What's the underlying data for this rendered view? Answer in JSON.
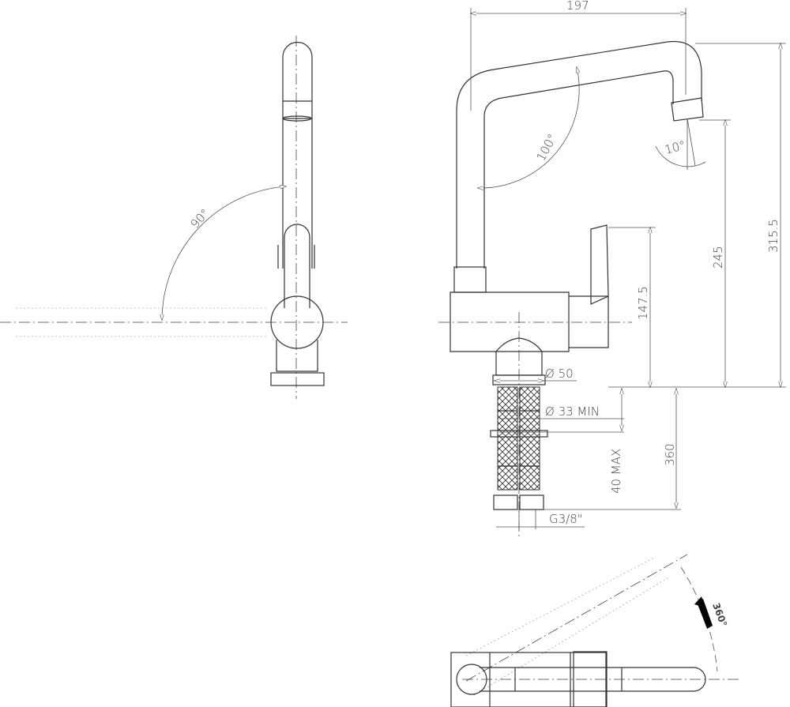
{
  "dimensions": {
    "width_overall": "197",
    "spout_angle": "100°",
    "outlet_angle": "10°",
    "outlet_height": "245",
    "total_height": "315.5",
    "lever_height": "147.5",
    "base_diameter": "Ø 50",
    "hole_diameter": "Ø 33 MIN",
    "deck_thickness": "40 MAX",
    "hose_length": "360",
    "thread": "G3/8\"",
    "lever_rotation": "90°",
    "spout_rotation": "360°"
  }
}
